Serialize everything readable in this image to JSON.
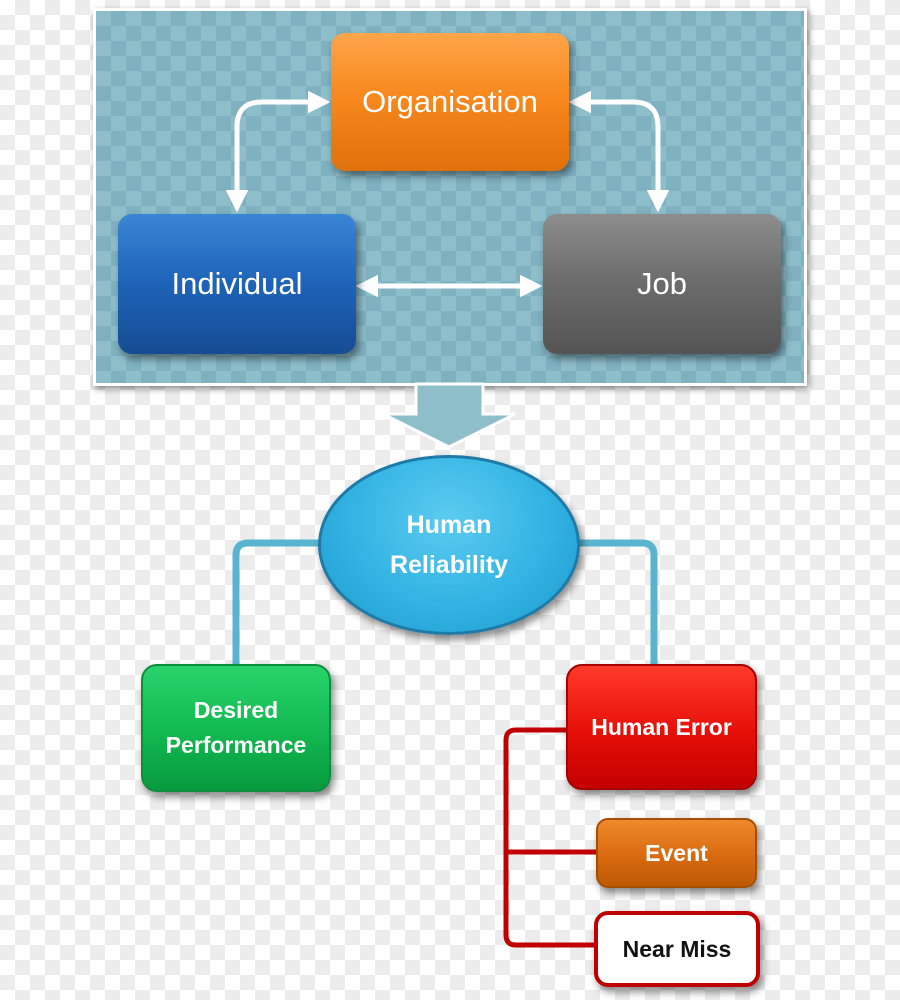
{
  "nodes": {
    "organisation": "Organisation",
    "individual": "Individual",
    "job": "Job",
    "human_reliability_line1": "Human",
    "human_reliability_line2": "Reliability",
    "desired_performance_line1": "Desired",
    "desired_performance_line2": "Performance",
    "human_error": "Human Error",
    "event": "Event",
    "near_miss": "Near Miss"
  },
  "colors": {
    "organisation": "#f7891e",
    "individual": "#1e63b8",
    "job": "#6b6b6b",
    "human_reliability": "#32b3e3",
    "desired_performance": "#10b84f",
    "human_error": "#e60f08",
    "event": "#d96a10",
    "near_miss_border": "#c00000",
    "connector_blue": "#5ab4cf",
    "connector_red": "#c00000"
  }
}
